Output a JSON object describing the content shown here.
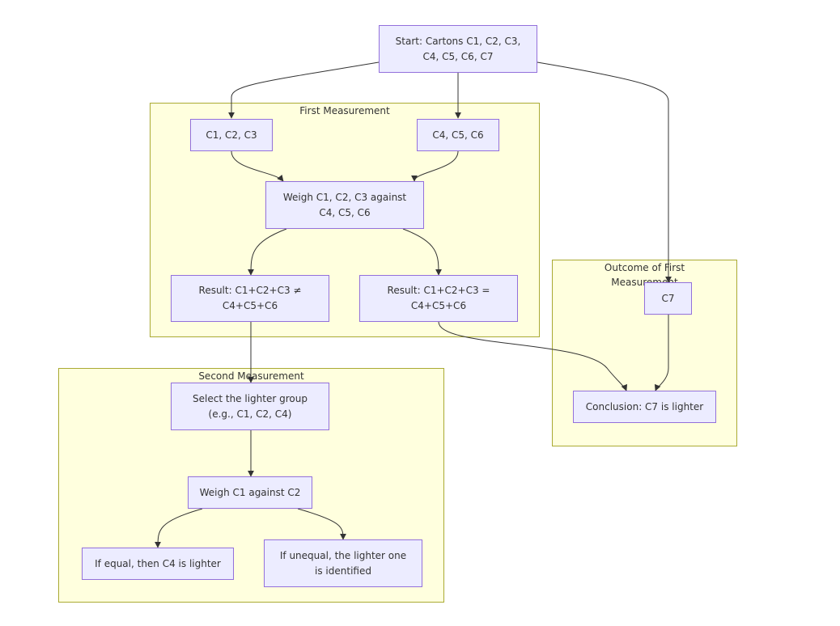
{
  "clusters": {
    "first": {
      "label": "First Measurement"
    },
    "second": {
      "label": "Second Measurement"
    },
    "outcome": {
      "label": "Outcome of First\nMeasurement"
    }
  },
  "nodes": {
    "start": "Start: Cartons C1, C2, C3,\nC4, C5, C6, C7",
    "c123": "C1, C2, C3",
    "c456": "C4, C5, C6",
    "weigh1": "Weigh C1, C2, C3 against\nC4, C5, C6",
    "neq": "Result: C1+C2+C3 ≠\nC4+C5+C6",
    "eq": "Result: C1+C2+C3 =\nC4+C5+C6",
    "c7": "C7",
    "conclusion": "Conclusion: C7 is lighter",
    "select": "Select the lighter group\n(e.g., C1, C2, C4)",
    "weigh2": "Weigh C1 against C2",
    "equal": "If equal, then C4 is lighter",
    "unequal": "If unequal, the lighter one\nis identified"
  },
  "colors": {
    "node_fill": "#ececff",
    "node_stroke": "#9370db",
    "cluster_fill": "#ffffde",
    "cluster_stroke": "#aaaa33",
    "edge": "#333333"
  }
}
